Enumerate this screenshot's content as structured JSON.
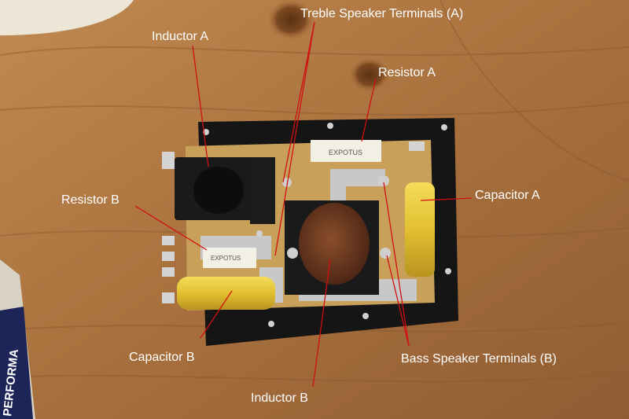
{
  "photo": {
    "labels": {
      "inductor_a": "Inductor A",
      "treble_terminals": "Treble Speaker Terminals (A)",
      "resistor_a": "Resistor A",
      "capacitor_a": "Capacitor A",
      "resistor_b": "Resistor B",
      "capacitor_b": "Capacitor B",
      "inductor_b": "Inductor B",
      "bass_terminals": "Bass Speaker Terminals (B)"
    },
    "component_markings": {
      "resistor_a": "EXPOTUS",
      "resistor_b": "EXPOTUS",
      "magazine_spine": "PERFORMA"
    },
    "colors": {
      "label_text": "#ffffff",
      "pointer_line": "#d01010",
      "wood": "#b07a45",
      "panel": "#151515",
      "board": "#c9a05a",
      "capacitor": "#e8c832",
      "inductor_b": "#6b3a22"
    }
  }
}
